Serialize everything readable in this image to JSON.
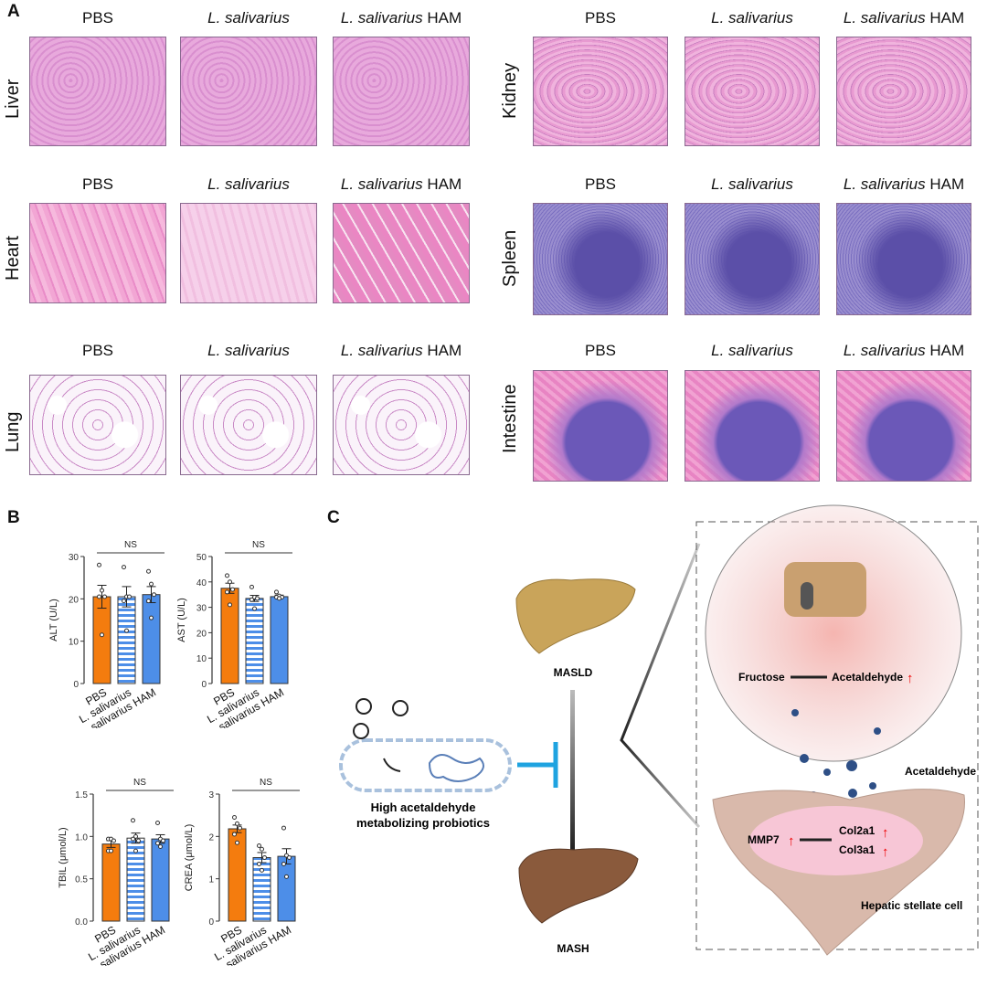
{
  "panels": {
    "a": "A",
    "b": "B",
    "c": "C"
  },
  "panel_a": {
    "columns": {
      "pbs": "PBS",
      "ls": "L. salivarius",
      "ham_species": "L. salivarius",
      "ham_suffix": "HAM"
    },
    "left_rows": [
      "Liver",
      "Heart",
      "Lung"
    ],
    "right_rows": [
      "Kidney",
      "Spleen",
      "Intestine"
    ]
  },
  "chart_data": [
    {
      "type": "bar",
      "id": "alt",
      "title": "NS",
      "ylabel": "ALT (U/L)",
      "ylim": [
        0,
        30
      ],
      "yticks": [
        0,
        10,
        20,
        30
      ],
      "categories": [
        "PBS",
        "L. salivarius",
        "L. salivarius HAM"
      ],
      "values": [
        20.5,
        20.5,
        21
      ],
      "sem": [
        2.7,
        2.4,
        1.9
      ],
      "points": [
        [
          28,
          22,
          20.5,
          20.5,
          11.5
        ],
        [
          27.5,
          20.5,
          20.5,
          19.5,
          12.5
        ],
        [
          26.5,
          23.5,
          21,
          19.5,
          15.5
        ]
      ]
    },
    {
      "type": "bar",
      "id": "ast",
      "title": "NS",
      "ylabel": "AST (U/L)",
      "ylim": [
        0,
        50
      ],
      "yticks": [
        0,
        10,
        20,
        30,
        40,
        50
      ],
      "categories": [
        "PBS",
        "L. salivarius",
        "L. salivarius HAM"
      ],
      "values": [
        37.5,
        33.5,
        34.2
      ],
      "sem": [
        2,
        1.2,
        0.6
      ],
      "points": [
        [
          42.5,
          40,
          37,
          36,
          31
        ],
        [
          38,
          34,
          33.5,
          33,
          29.5
        ],
        [
          36,
          34.5,
          34,
          34,
          33.5
        ]
      ]
    },
    {
      "type": "bar",
      "id": "tbil",
      "title": "NS",
      "ylabel": "TBIL (μmol/L)",
      "ylim": [
        0,
        1.5
      ],
      "yticks": [
        "0.0",
        "0.5",
        "1.0",
        "1.5"
      ],
      "categories": [
        "PBS",
        "L. salivarius",
        "L. salivarius HAM"
      ],
      "values": [
        0.91,
        0.98,
        0.97
      ],
      "sem": [
        0.04,
        0.06,
        0.05
      ],
      "points": [
        [
          0.97,
          0.97,
          0.95,
          0.83,
          0.83
        ],
        [
          1.19,
          1.0,
          0.95,
          0.97,
          0.83
        ],
        [
          1.16,
          0.97,
          0.95,
          0.92,
          0.88
        ]
      ]
    },
    {
      "type": "bar",
      "id": "crea",
      "title": "NS",
      "ylabel": "CREA (μmol/L)",
      "ylim": [
        0,
        3
      ],
      "yticks": [
        0,
        1,
        2,
        3
      ],
      "categories": [
        "PBS",
        "L. salivarius",
        "L. salivarius HAM"
      ],
      "values": [
        2.18,
        1.5,
        1.53
      ],
      "sem": [
        0.09,
        0.12,
        0.18
      ],
      "points": [
        [
          2.45,
          2.3,
          2.2,
          2.05,
          1.85
        ],
        [
          1.78,
          1.7,
          1.5,
          1.35,
          1.2
        ],
        [
          2.2,
          1.55,
          1.5,
          1.35,
          1.05
        ]
      ]
    }
  ],
  "colors": {
    "pbs": "#f47c0e",
    "ls": "#4d8ee8",
    "ham": "#4d8ee8"
  },
  "panel_c": {
    "probiotic_label_1": "High acetaldehyde",
    "probiotic_label_2": "metabolizing probiotics",
    "masld": "MASLD",
    "mash": "MASH",
    "fructose": "Fructose",
    "acetaldehyde_gut": "Acetaldehyde",
    "acetaldehyde": "Acetaldehyde",
    "mmp7": "MMP7",
    "col2a1": "Col2a1",
    "col3a1": "Col3a1",
    "hsc": "Hepatic stellate cell"
  }
}
